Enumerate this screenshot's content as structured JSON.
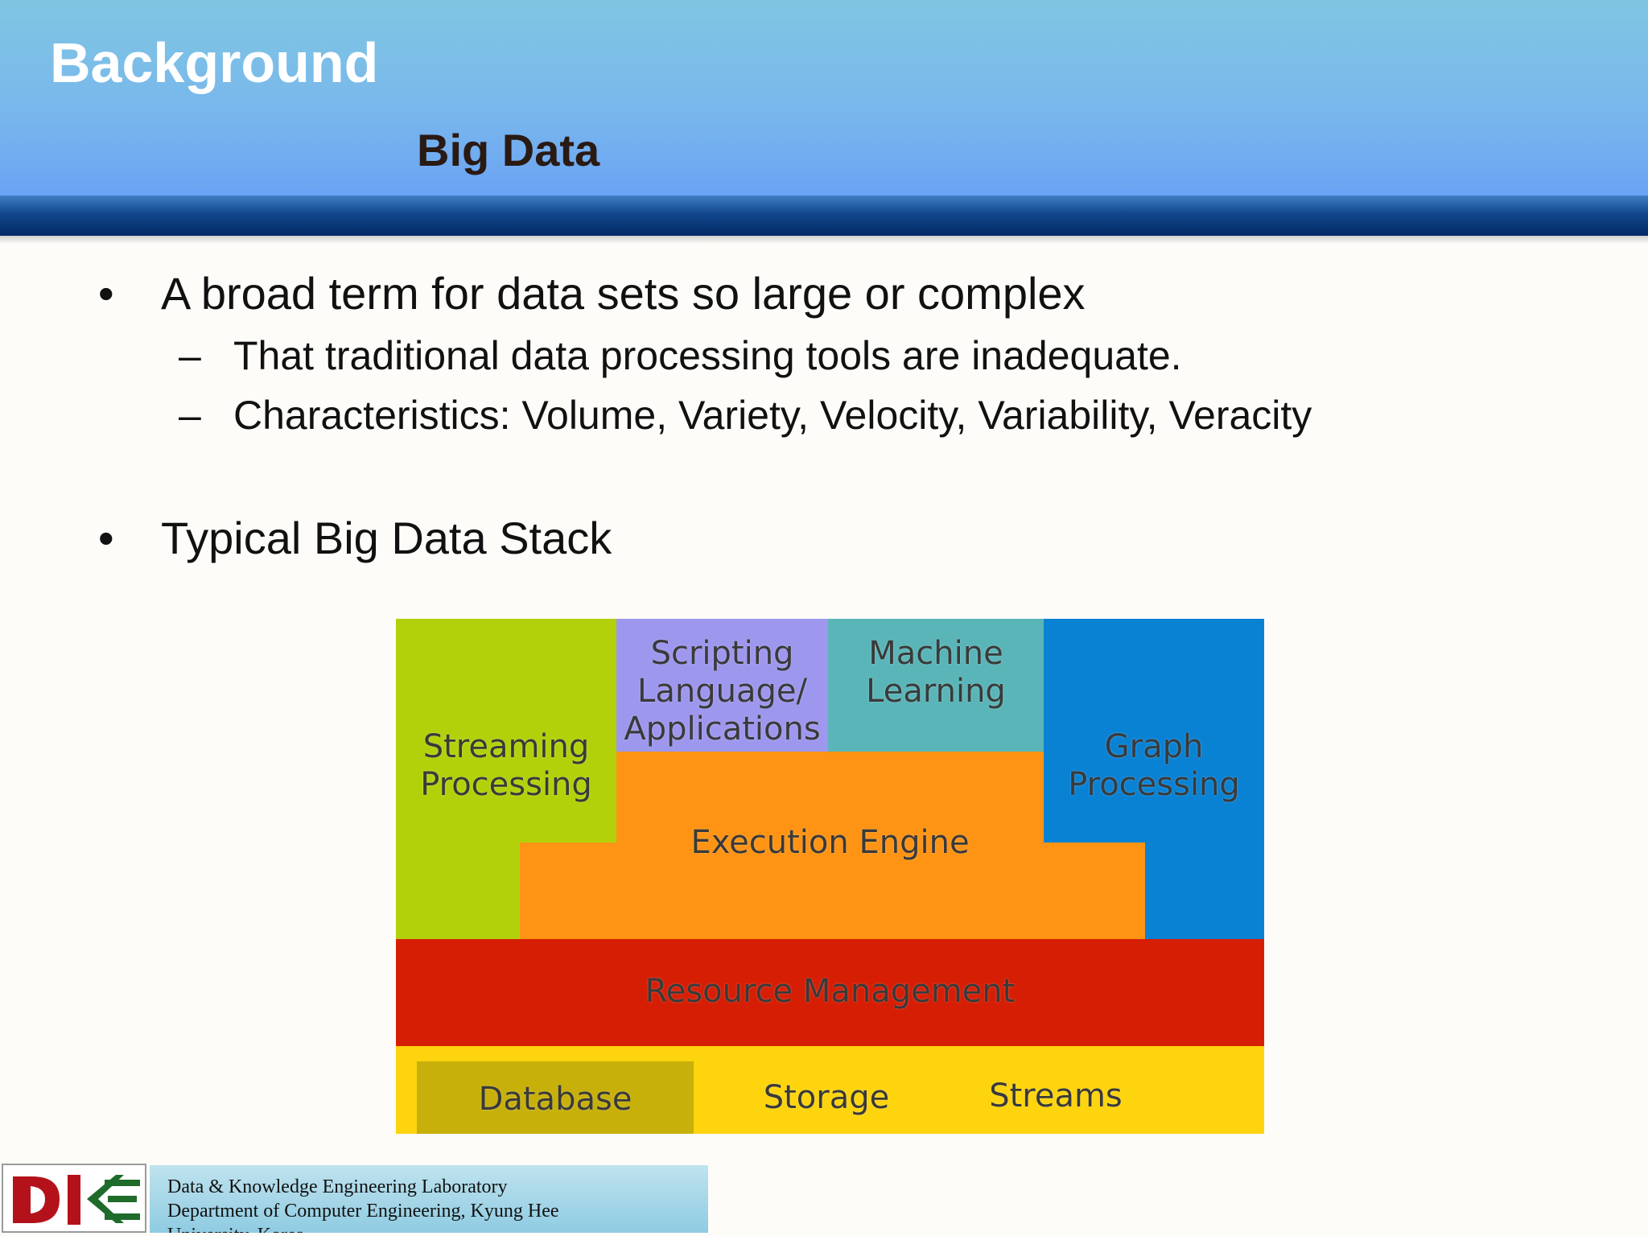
{
  "header": {
    "title": "Background",
    "subtitle": "Big Data"
  },
  "content": {
    "bullets": [
      {
        "marker": "•",
        "text": "A broad term for data sets so large or complex"
      },
      {
        "marker": "–",
        "text": "That traditional data processing tools are inadequate."
      },
      {
        "marker": "–",
        "text": "Characteristics: Volume, Variety, Velocity, Variability, Veracity"
      },
      {
        "marker": "•",
        "text": "Typical Big Data Stack"
      }
    ]
  },
  "stack": {
    "streaming": "Streaming\nProcessing",
    "scripting": "Scripting\nLanguage/\nApplications",
    "machine_learning": "Machine\nLearning",
    "graph": "Graph\nProcessing",
    "execution": "Execution Engine",
    "resource": "Resource Management",
    "database": "Database",
    "storage": "Storage",
    "streams": "Streams",
    "colors": {
      "streaming": "#b2d10a",
      "scripting": "#9d97ee",
      "machine_learning": "#5ab5b8",
      "graph": "#0a82d4",
      "execution": "#ff9414",
      "resource": "#d61e04",
      "data_layer": "#fdd40e",
      "database": "#c7b00a"
    }
  },
  "footer": {
    "line1": "Data & Knowledge Engineering Laboratory",
    "line2": "Department of Computer Engineering, Kyung Hee",
    "line3": "University, Korea"
  }
}
